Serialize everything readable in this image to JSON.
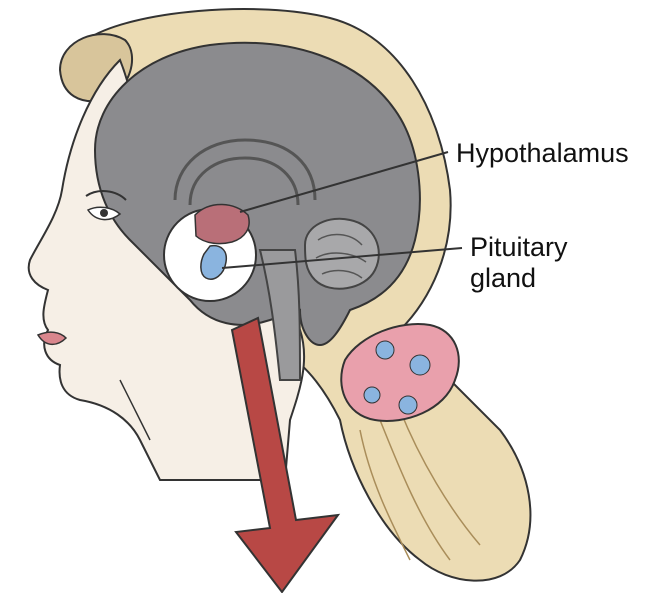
{
  "labels": {
    "hypothalamus": "Hypothalamus",
    "pituitary_line1": "Pituitary",
    "pituitary_line2": "gland"
  },
  "colors": {
    "skin": "#f6efe6",
    "hair": "#ecdcb4",
    "brain": "#8b8b8e",
    "hypothalamus": "#b96f78",
    "pituitary": "#8ab4df",
    "arrow": "#b84845",
    "scrunchie": "#e9a0ac"
  },
  "icons": {
    "arrow": "down-arrow-icon"
  }
}
